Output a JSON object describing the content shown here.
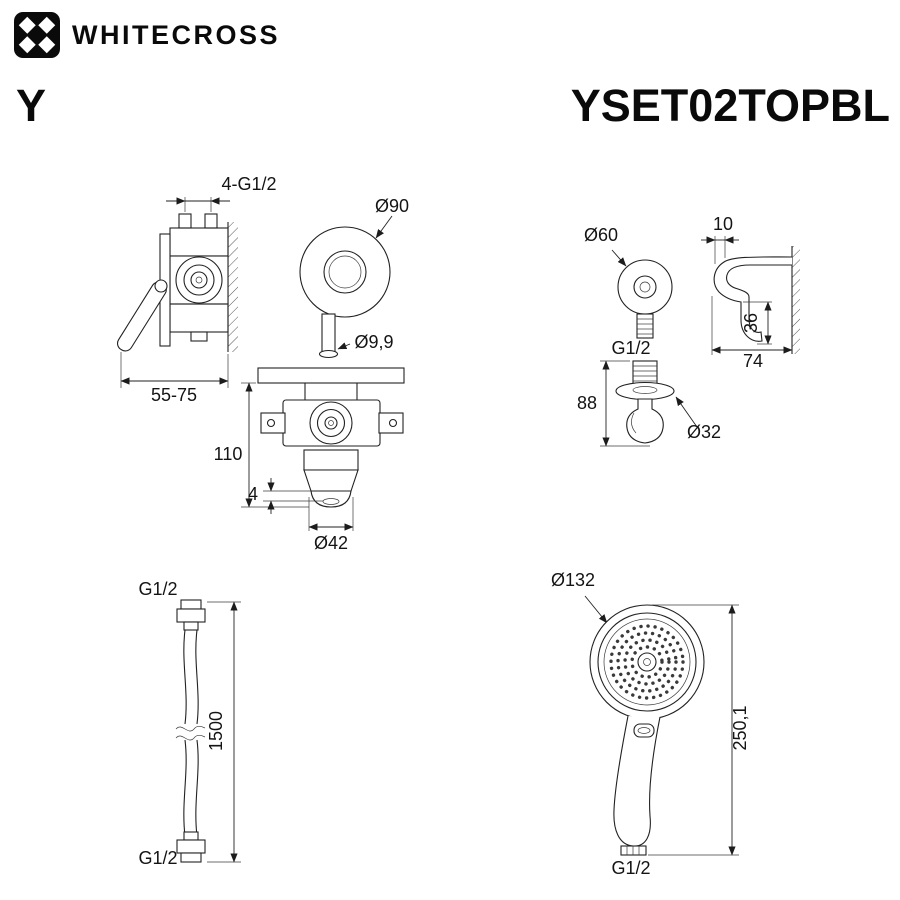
{
  "brand": {
    "name": "WHITECROSS"
  },
  "header": {
    "series": "Y",
    "model": "YSET02TOPBL"
  },
  "views": {
    "mixer_front": {
      "dim_connections": "4-G1/2",
      "dim_depth": "55-75"
    },
    "trim_plate": {
      "dim_diameter": "Ø90",
      "dim_spout": "Ø9,9"
    },
    "mixer_top": {
      "dim_height": "110",
      "dim_plate": "4",
      "dim_knob": "Ø42"
    },
    "wall_elbow": {
      "dim_escutcheon": "Ø60",
      "thread": "G1/2",
      "dim_height": "88",
      "dim_base": "Ø32"
    },
    "bracket": {
      "dim_lip": "10",
      "dim_hook": "36",
      "dim_depth": "74"
    },
    "hose": {
      "thread_top": "G1/2",
      "dim_length": "1500",
      "thread_bottom": "G1/2"
    },
    "hand_shower": {
      "dim_head": "Ø132",
      "dim_length": "250,1",
      "thread": "G1/2"
    }
  }
}
